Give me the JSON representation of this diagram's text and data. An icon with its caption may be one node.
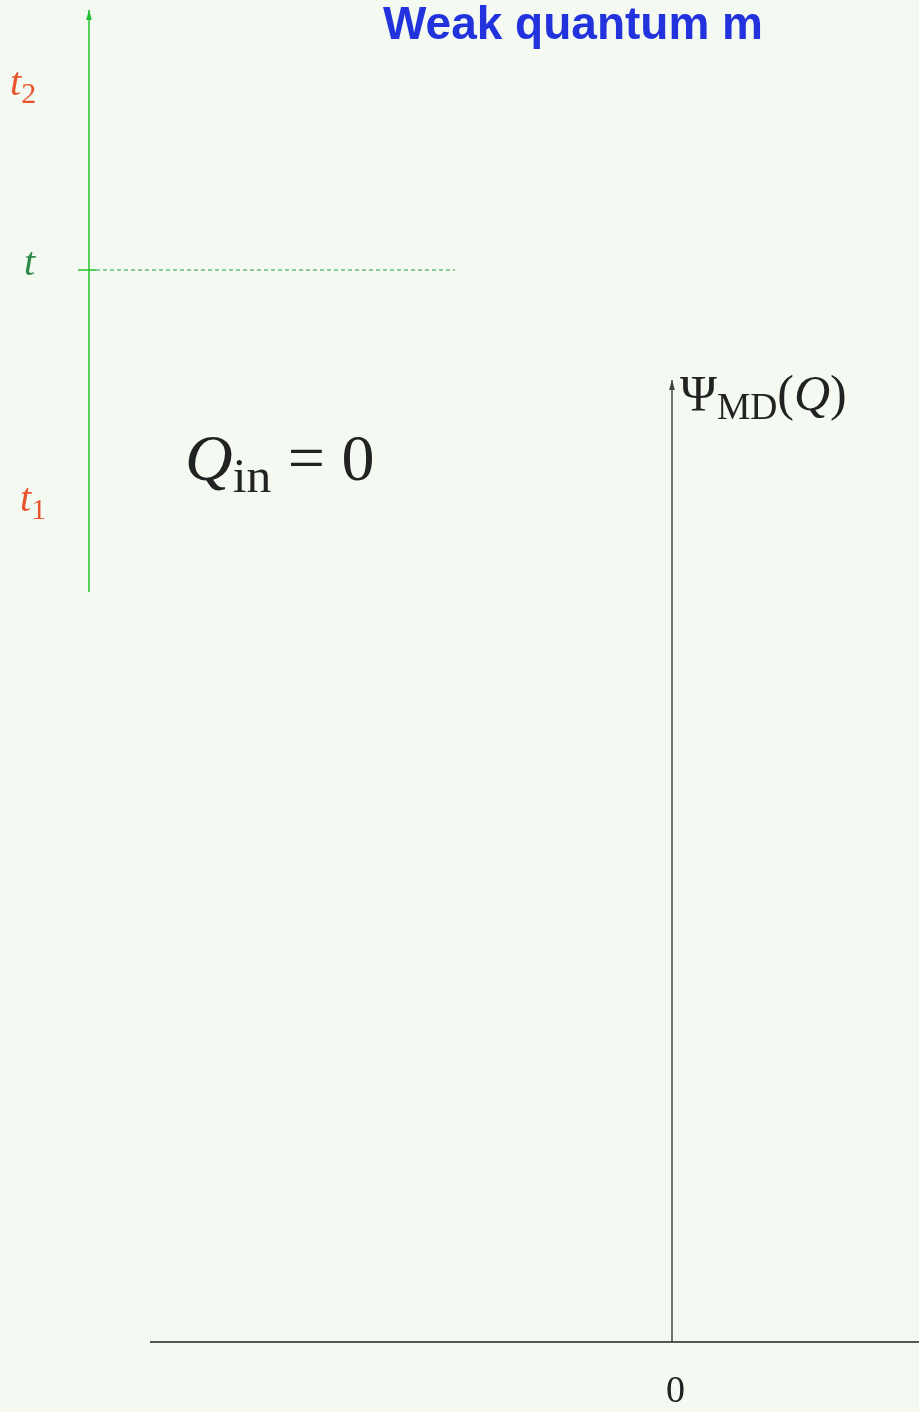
{
  "diagram": {
    "title": "Weak quantum m",
    "labels": [
      "*t*$_{2}$",
      "*t*",
      "*t*$_{1}$",
      "*Q*$_{in}$ = 0",
      "Ψ$_{MD}$(*Q*)",
      "0"
    ]
  }
}
